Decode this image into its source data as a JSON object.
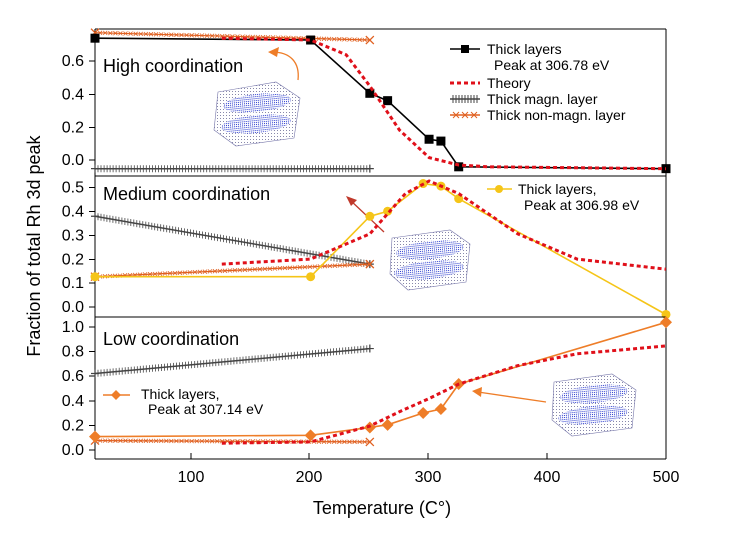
{
  "chart_data": {
    "type": "line",
    "ylabel": "Fraction of total Rh 3d peak",
    "xlabel": "Temperature (C°)",
    "xlim": [
      18,
      500
    ],
    "xticks": [
      100,
      200,
      300,
      400,
      500
    ],
    "grid": false,
    "colors": {
      "thick_layers_high": "#000000",
      "theory": "#e0101a",
      "thick_layers_medium": "#f5c518",
      "thick_layers_low": "#ee7d28",
      "thick_magn_layer": "#444444",
      "thick_non_magn_layer": "#e06020",
      "atom_cluster": "#2233cc"
    },
    "panels": [
      {
        "id": "high",
        "title": "High coordination",
        "ylim": [
          -0.04,
          0.76
        ],
        "yticks": [
          0.0,
          0.2,
          0.4,
          0.6
        ],
        "ytick_labels": [
          "0.0",
          "0.2",
          "0.4",
          "0.6"
        ],
        "legend": [
          "Thick layers",
          "Peak at 306.78 eV",
          "Theory",
          "Thick magn. layer",
          "Thick non-magn. layer"
        ],
        "series": [
          {
            "name": "Thick layers",
            "style": "black-square",
            "x": [
              18,
              200,
              250,
              265,
              300,
              310,
              325,
              500
            ],
            "y": [
              0.71,
              0.7,
              0.41,
              0.37,
              0.16,
              0.15,
              0.01,
              0.0
            ]
          },
          {
            "name": "Theory",
            "style": "theory",
            "x": [
              125,
              200,
              230,
              250,
              275,
              300,
              325,
              350,
              500
            ],
            "y": [
              0.71,
              0.7,
              0.62,
              0.45,
              0.21,
              0.06,
              0.02,
              0.01,
              0.0
            ]
          },
          {
            "name": "Thick magn. layer",
            "style": "magn",
            "x": [
              18,
              250
            ],
            "y": [
              0.0,
              0.0
            ]
          },
          {
            "name": "Thick non-magn. layer",
            "style": "nonmagn",
            "x": [
              18,
              250
            ],
            "y": [
              0.74,
              0.7
            ]
          }
        ]
      },
      {
        "id": "medium",
        "title": "Medium coordination",
        "ylim": [
          -0.01,
          0.55
        ],
        "yticks": [
          0.0,
          0.1,
          0.2,
          0.3,
          0.4,
          0.5
        ],
        "ytick_labels": [
          "0.0",
          "0.1",
          "0.2",
          "0.3",
          "0.4",
          "0.5"
        ],
        "legend": [
          "Thick layers,",
          "Peak at 306.98 eV"
        ],
        "series": [
          {
            "name": "Thick layers",
            "style": "yellow-circle",
            "x": [
              18,
              200,
              250,
              265,
              295,
              310,
              325,
              500
            ],
            "y": [
              0.15,
              0.15,
              0.39,
              0.41,
              0.52,
              0.51,
              0.46,
              0.0
            ]
          },
          {
            "name": "Theory",
            "style": "theory",
            "x": [
              125,
              200,
              250,
              280,
              300,
              325,
              375,
              425,
              500
            ],
            "y": [
              0.2,
              0.22,
              0.32,
              0.48,
              0.53,
              0.48,
              0.32,
              0.22,
              0.18
            ]
          },
          {
            "name": "Thick magn. layer",
            "style": "magn",
            "x": [
              18,
              250
            ],
            "y": [
              0.39,
              0.2
            ]
          },
          {
            "name": "Thick non-magn. layer",
            "style": "nonmagn",
            "x": [
              18,
              250
            ],
            "y": [
              0.15,
              0.2
            ]
          }
        ]
      },
      {
        "id": "low",
        "title": "Low coordination",
        "ylim": [
          -0.04,
          1.04
        ],
        "yticks": [
          0.0,
          0.2,
          0.4,
          0.6,
          0.8,
          1.0
        ],
        "ytick_labels": [
          "0.0",
          "0.2",
          "0.4",
          "0.6",
          "0.8",
          "1.0"
        ],
        "legend": [
          "Thick layers,",
          "Peak at 307.14 eV"
        ],
        "series": [
          {
            "name": "Thick layers",
            "style": "orange-diamond",
            "x": [
              18,
              200,
              250,
              265,
              295,
              310,
              325,
              500
            ],
            "y": [
              0.13,
              0.14,
              0.2,
              0.22,
              0.31,
              0.34,
              0.53,
              1.0
            ]
          },
          {
            "name": "Theory",
            "style": "theory",
            "x": [
              125,
              200,
              250,
              275,
              300,
              325,
              375,
              425,
              500
            ],
            "y": [
              0.08,
              0.09,
              0.21,
              0.32,
              0.42,
              0.53,
              0.67,
              0.76,
              0.82
            ]
          },
          {
            "name": "Thick magn. layer",
            "style": "magn",
            "x": [
              18,
              250
            ],
            "y": [
              0.61,
              0.8
            ]
          },
          {
            "name": "Thick non-magn. layer",
            "style": "nonmagn",
            "x": [
              18,
              250
            ],
            "y": [
              0.1,
              0.09
            ]
          }
        ]
      }
    ]
  }
}
